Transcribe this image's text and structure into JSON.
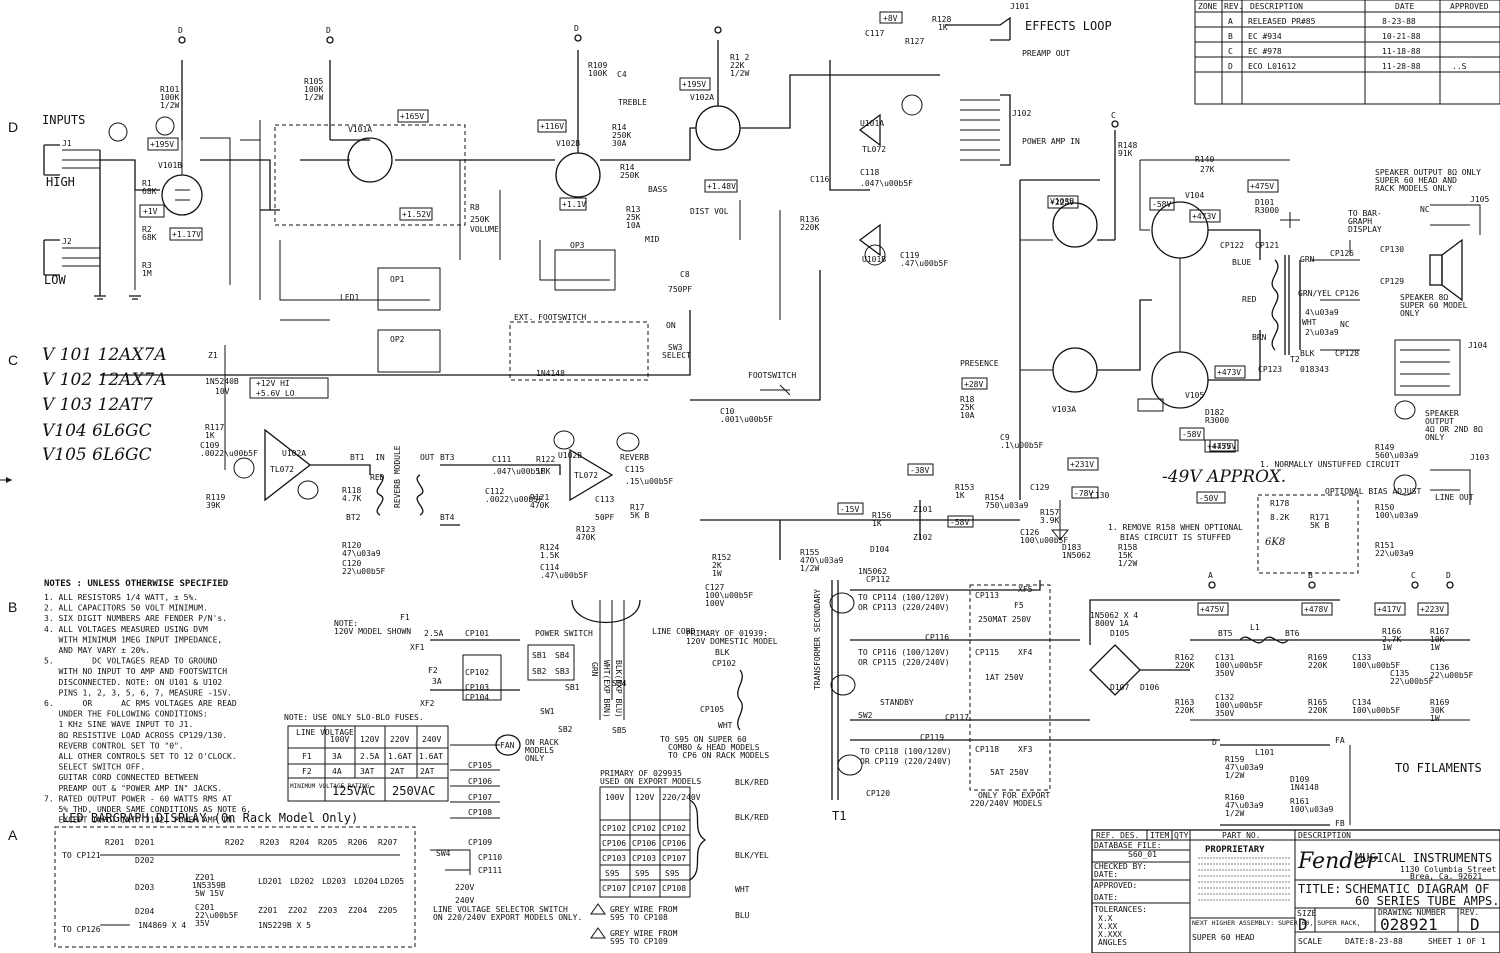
{
  "revision_table": {
    "headers": [
      "ZONE",
      "REV.",
      "DESCRIPTION",
      "DATE",
      "APPROVED"
    ],
    "rows": [
      [
        "",
        "A",
        "RELEASED  PR#85",
        "8-23-88",
        ""
      ],
      [
        "",
        "B",
        "EC #934",
        "10-21-88",
        ""
      ],
      [
        "",
        "C",
        "EC #978",
        "11-18-88",
        ""
      ],
      [
        "",
        "D",
        "ECO L01612",
        "11-28-88",
        "..S"
      ]
    ]
  },
  "zones": [
    "D",
    "C",
    "B",
    "A"
  ],
  "inputs": {
    "title": "INPUTS",
    "high": "HIGH",
    "low": "LOW",
    "j1": "J1",
    "j2": "J2"
  },
  "tube_list": [
    "V 101  12AX7A",
    "V 102  12AX7A",
    "V 103  12AT7",
    "V104  6L6GC",
    "V105  6L6GC"
  ],
  "labels": {
    "effects_loop": "EFFECTS LOOP",
    "preamp_out": "PREAMP OUT",
    "power_amp_in": "POWER AMP IN",
    "j101": "J101",
    "j102": "J102",
    "j103": "J103",
    "j104": "J104",
    "j105": "J105",
    "speaker_output": "SPEAKER OUTPUT 8Ω ONLY",
    "speaker_output2": "SUPER 60 HEAD AND",
    "speaker_output3": "RACK MODELS ONLY",
    "speaker_8ohm": "SPEAKER 8Ω",
    "speaker_8ohm2": "SUPER 60 MODEL",
    "speaker_8ohm3": "ONLY",
    "speaker_output_b": "SPEAKER",
    "speaker_output_b2": "OUTPUT",
    "speaker_output_b3": "4Ω OR 2ND 8Ω",
    "speaker_output_b4": "ONLY",
    "to_bargraph": "TO BAR-",
    "to_bargraph2": "GRAPH",
    "to_bargraph3": "DISPLAY",
    "line_out": "LINE OUT",
    "treble": "TREBLE",
    "bass": "BASS",
    "mid": "MID",
    "volume": "VOLUME",
    "dist_vol": "DIST VOL",
    "reverb": "REVERB",
    "presence": "PRESENCE",
    "blue": "BLUE",
    "red": "RED",
    "grn": "GRN",
    "blk": "BLK",
    "brn": "BRN",
    "ext_footswitch": "EXT. FOOTSWITCH",
    "footswitch": "FOOTSWITCH",
    "power_switch": "POWER SWITCH",
    "line_cord": "LINE CORD",
    "standby": "STANDBY",
    "transformer_secondary": "TRANSFORMER SECONDARY",
    "t1": "T1",
    "t2": "T2",
    "t2_part": "018343",
    "to_filaments": "TO FILAMENTS",
    "fan": "FAN",
    "on_rack": "ON RACK MODELS ONLY",
    "out": "OUT",
    "in": "IN",
    "reverb_module": "REVERB MODULE",
    "approx": "-49V APPROX.",
    "normally_unstuffed": "1. NORMALLY UNSTUFFED CIRCUIT",
    "optional_bias": "OPTIONAL BIAS ADJUST",
    "remove_r158": "1. REMOVE R158 WHEN OPTIONAL",
    "remove_r158b": "BIAS CIRCUIT IS STUFFED",
    "only_export": "ONLY FOR EXPORT",
    "only_export2": "220/240V MODELS",
    "note_120": "NOTE:",
    "note_120b": "120V MODEL SHOWN",
    "primary_domestic": "PRIMARY OF 01939:",
    "primary_domestic2": "120V DOMESTIC MODEL",
    "primary_export": "PRIMARY OF 029935",
    "primary_export2": "USED ON EXPORT MODELS",
    "note_slo": "NOTE: USE ONLY SLO-BLO FUSES.",
    "to_s95": "TO S95 ON SUPER 60",
    "to_s95b": "COMBO & HEAD MODELS",
    "to_s95c": "TO CP6 ON RACK MODELS",
    "grey_wire1": "GREY WIRE FROM",
    "grey_wire1b": "S95 TO CP108",
    "grey_wire2": "GREY WIRE FROM",
    "grey_wire2b": "S95 TO CP109",
    "line_voltage_note": "LINE VOLTAGE SELECTOR SWITCH",
    "line_voltage_note2": "ON 220/240V EXPORT MODELS ONLY.",
    "led_bargraph": "LED BARGRAPH DISPLAY (On Rack Model Only)",
    "to_cp121": "TO CP121",
    "to_cp126": "TO CP126",
    "diode_x4": "1N4869 X 4",
    "diode_x5": "1N5229B X 5",
    "in5062x4": "1N5062 X 4",
    "in5062x4b": "800V 1A"
  },
  "fuse_table": {
    "headers": [
      "LINE VOLTAGE",
      "100V",
      "120V",
      "220V",
      "240V"
    ],
    "rows": [
      [
        "F1",
        "3A",
        "2.5A",
        "1.6AT",
        "1.6AT"
      ],
      [
        "F2",
        "4A",
        "3AT",
        "2AT",
        "2AT"
      ],
      [
        "MINIMUM VOLTAGE RATING",
        "125VAC",
        "",
        "250VAC",
        ""
      ]
    ]
  },
  "primary_table": {
    "headers": [
      "100V",
      "120V",
      "220/240V"
    ],
    "rows": [
      [
        "CP102",
        "CP102",
        "CP102"
      ],
      [
        "CP106",
        "CP106",
        "CP106"
      ],
      [
        "CP103",
        "CP103",
        "CP107"
      ],
      [
        "S95",
        "S95",
        "S95"
      ],
      [
        "CP107",
        "CP107",
        "CP108"
      ]
    ],
    "wires": [
      "BLK/RED",
      "BLK/RED",
      "BLK/YEL",
      "WHT",
      "BLU"
    ]
  },
  "notes": {
    "title": "NOTES : UNLESS OTHERWISE SPECIFIED",
    "items": [
      "1. ALL RESISTORS 1/4 WATT, ± 5%.",
      "2. ALL CAPACITORS 50 VOLT MINIMUM.",
      "3. SIX DIGIT NUMBERS ARE FENDER P/N's.",
      "4. ALL VOLTAGES MEASURED USING DVM",
      "   WITH MINIMUM 1MEG INPUT IMPEDANCE,",
      "   AND MAY VARY ± 20%.",
      "5.        DC VOLTAGES READ TO GROUND",
      "   WITH NO INPUT TO AMP AND FOOTSWITCH",
      "   DISCONNECTED. NOTE: ON U101 & U102",
      "   PINS 1, 2, 3, 5, 6, 7, MEASURE -15V.",
      "6.      OR      AC RMS VOLTAGES ARE READ",
      "   UNDER THE FOLLOWING CONDITIONS:",
      "   1 KHz SINE WAVE INPUT TO J1.",
      "   8Ω RESISTIVE LOAD ACROSS CP129/130.",
      "   REVERB CONTROL SET TO \"0\".",
      "   ALL OTHER CONTROLS SET TO 12 O'CLOCK.",
      "   SELECT SWITCH OFF.",
      "   GUITAR CORD CONNECTED BETWEEN",
      "   PREAMP OUT & \"POWER AMP IN\" JACKS.",
      "7. RATED OUTPUT POWER - 60 WATTS RMS AT",
      "   5% THD, UNDER SAME CONDITIONS AS NOTE 6,",
      "   EXCEPT INPUT INTO J102, POWER AMP IN."
    ]
  },
  "title_block": {
    "ref_des": "REF. DES.",
    "item": "ITEM",
    "qty": "QTY",
    "part_no": "PART NO.",
    "description": "DESCRIPTION",
    "database_file": "DATABASE FILE:",
    "database_file_val": "S60_01",
    "checked_by": "CHECKED BY:",
    "date": "DATE:",
    "approved": "APPROVED:",
    "tolerances": "TOLERANCES:",
    "tol_x": "X.X",
    "tol_xx": "X.XX",
    "tol_xxx": "X.XXX",
    "tol_angles": "ANGLES",
    "proprietary": "PROPRIETARY",
    "company": "MUSICAL INSTRUMENTS",
    "address1": "1130 Columbia Street",
    "address2": "Brea, Ca. 92621",
    "title_label": "TITLE:",
    "title1": "SCHEMATIC DIAGRAM OF",
    "title2": "60 SERIES TUBE AMPS.",
    "size_label": "SIZE",
    "size": "D",
    "drawing_number_label": "DRAWING NUMBER",
    "drawing_number": "028921",
    "rev_label": "REV.",
    "rev": "D",
    "scale": "SCALE",
    "date_val": "DATE:8-23-88",
    "sheet": "SHEET 1 OF 1",
    "next_assy": "NEXT HIGHER ASSEMBLY: SUPER 60, SUPER RACK,",
    "next_assy2": "SUPER 60 HEAD"
  },
  "voltages": {
    "v1": "+195V",
    "v2": "+165V",
    "v3": "+116V",
    "v4": "+195V",
    "v5": "+1.52V",
    "v6": "+1.17V",
    "v7": "+1.1V",
    "v8": "+1.48V",
    "v9": "+225V",
    "v10": "+475V",
    "v11": "+473V",
    "v12": "-58V",
    "v13": "+231V",
    "v14": "-58V",
    "v15": "-78V",
    "v16": "-38V",
    "v17": "-15V",
    "v18": "+12V HI",
    "v19": "+5.6V LO",
    "v20": "+475V",
    "v21": "+478V",
    "v22": "+417V",
    "v23": "+223V",
    "v24": "+28V",
    "v25": "+475V",
    "v26": "+475V",
    "v27": "-50V",
    "v28": "-58V"
  }
}
